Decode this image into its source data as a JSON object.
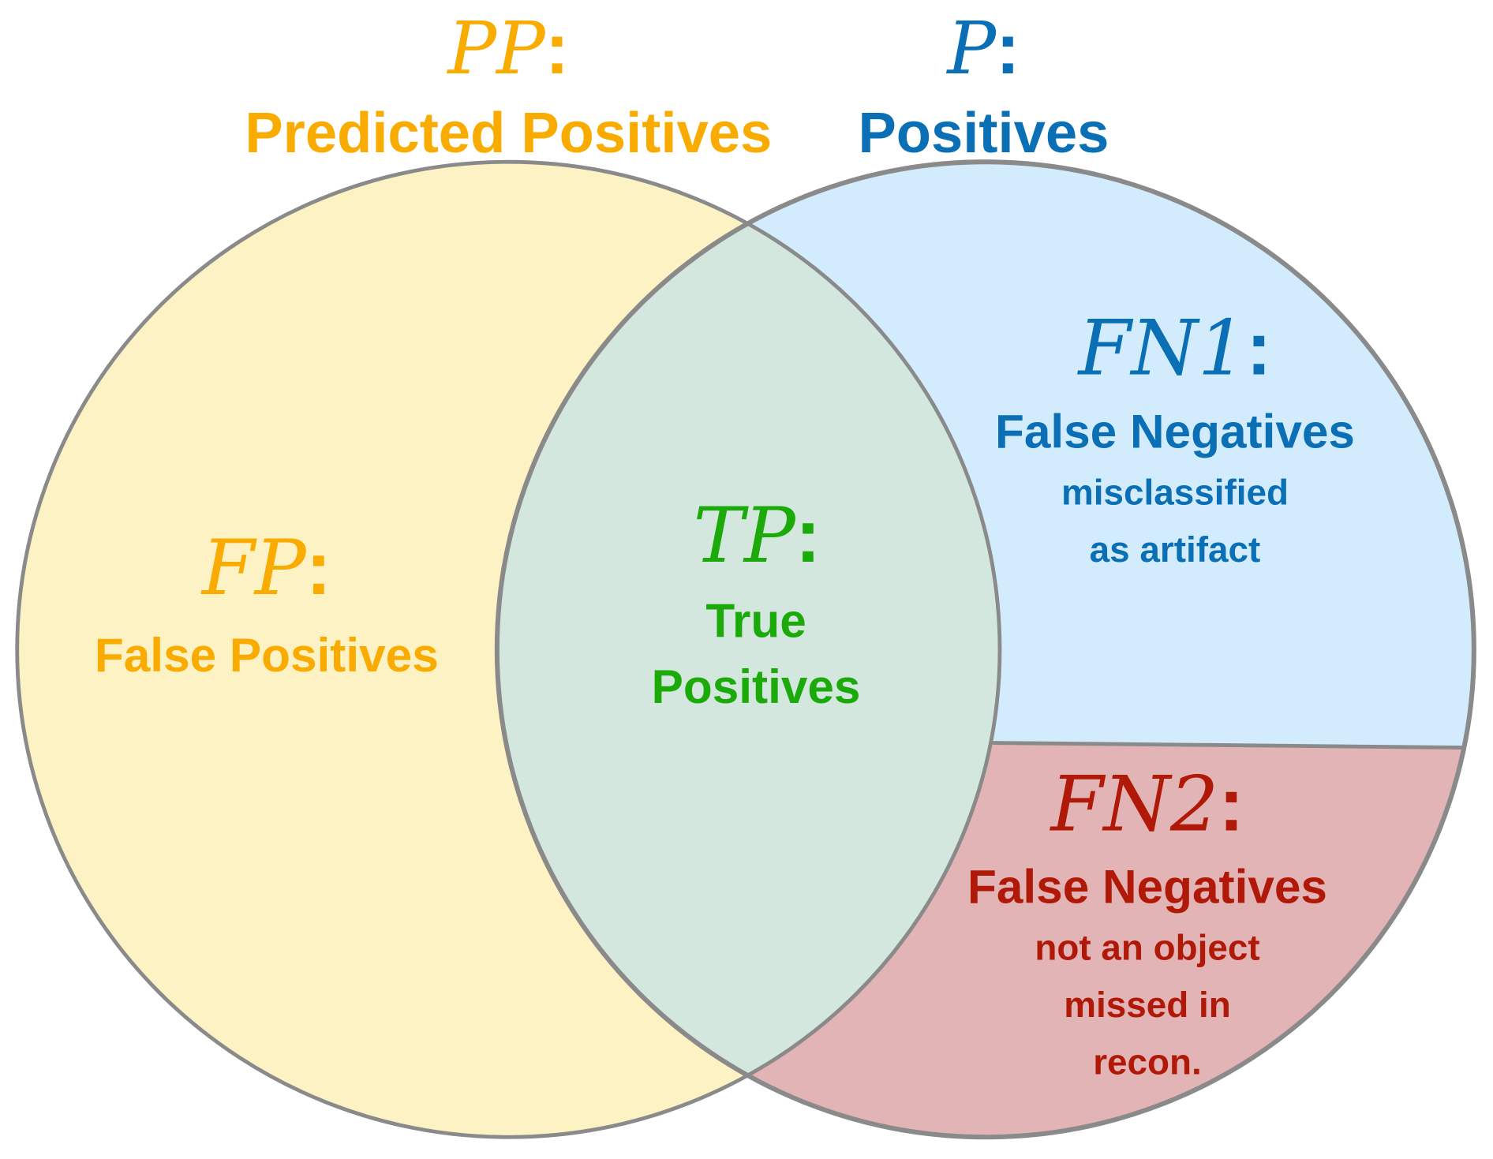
{
  "colors": {
    "orange": "#f9ab00",
    "blue": "#0a6fb4",
    "green": "#1caa0a",
    "red": "#b01808",
    "fill_pp": "#fcf2c4",
    "fill_p": "#d3ecfd",
    "fill_tp": "#d3e7df",
    "fill_fn2": "#e3b4b5",
    "stroke": "#8a8a8a"
  },
  "pp": {
    "symbol": "PP",
    "colon": ":",
    "label": "Predicted Positives"
  },
  "p": {
    "symbol": "P",
    "colon": ":",
    "label": "Positives"
  },
  "fp": {
    "symbol": "FP",
    "colon": ":",
    "label": "False Positives"
  },
  "tp": {
    "symbol": "TP",
    "colon": ":",
    "label_line1": "True",
    "label_line2": "Positives"
  },
  "fn1": {
    "symbol": "FN1",
    "colon": ":",
    "label": "False Negatives",
    "sub_line1": "misclassified",
    "sub_line2": "as artifact"
  },
  "fn2": {
    "symbol": "FN2",
    "colon": ":",
    "label": "False Negatives",
    "sub_line1": "not an object",
    "sub_line2": "missed in",
    "sub_line3": "recon."
  }
}
